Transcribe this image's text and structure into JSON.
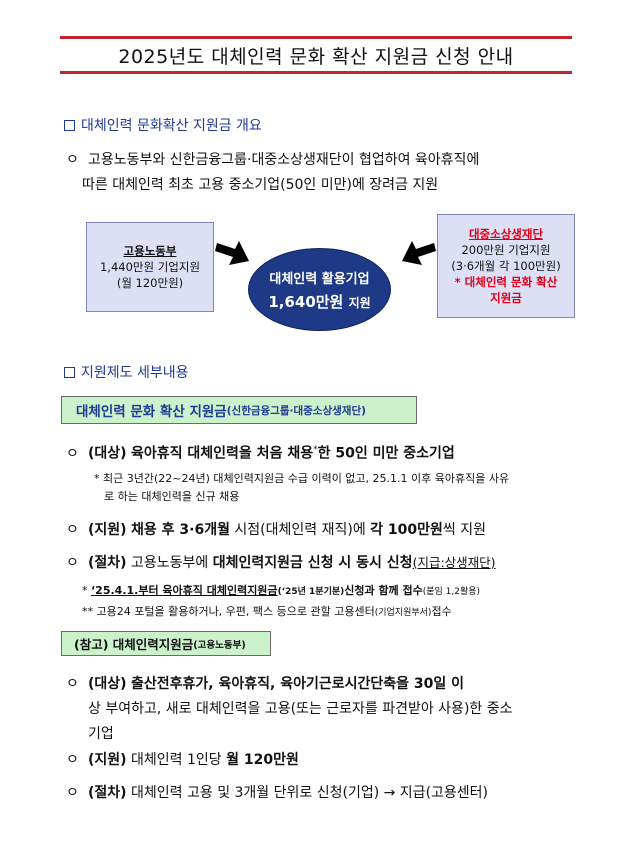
{
  "title": "2025년도 대체인력 문화 확산 지원금 신청 안내",
  "section1": {
    "heading": "대체인력 문화확산 지원금 개요",
    "bullet": "ㅇ",
    "line1": "고용노동부와 신한금융그룹·대중소상생재단이 협업하여 육아휴직에",
    "line2": "따른 대체인력 최초 고용 중소기업(50인 미만)에 장려금 지원"
  },
  "diagram": {
    "left": {
      "title": "고용노동부",
      "line1": "1,440만원 기업지원",
      "line2": "(월 120만원)"
    },
    "center": {
      "line1": "대체인력 활용기업",
      "amount": "1,640만원",
      "suffix": "지원"
    },
    "right": {
      "title": "대중소상생재단",
      "line1": "200만원 기업지원",
      "line2": "(3·6개월 각 100만원)",
      "line3": "* 대체인력 문화 확산",
      "line4": "지원금"
    }
  },
  "section2": {
    "heading": "지원제도 세부내용",
    "highlight_main": "대체인력 문화 확산 지원금",
    "highlight_sub": "(신한금융그룹·대중소상생재단)",
    "item1": {
      "label": "(대상)",
      "text_a": "육아휴직 대체인력을 처음 채용",
      "sup": "*",
      "text_b": "한 50인 미만 중소기업"
    },
    "note1": {
      "line1": "* 최근 3년간(22~24년) 대체인력지원금 수급 이력이 없고, 25.1.1 이후 육아휴직을 사유",
      "line2": "로 하는 대체인력을 신규 채용"
    },
    "item2": {
      "label": "(지원)",
      "text_a": "채용 후 3·6개월",
      "text_b": " 시점(대체인력 재직)에 ",
      "text_c": "각 100만원",
      "text_d": "씩 지원"
    },
    "item3": {
      "label": "(절차)",
      "text_a": " 고용노동부에 ",
      "text_b": "대체인력지원금 신청 시 동시 신청",
      "text_c": "(지급:상생재단)"
    },
    "note2": {
      "star": "* ",
      "text_a": "‘25.4.1.부터 육아휴직 대체인력지원금",
      "sm": "(‘25년 1분기분)",
      "text_b": "신청과 함께 접수",
      "sm2": "(붙임 1,2활용)"
    },
    "note3": {
      "text": "** 고용24 포털을 활용하거나, 우편, 팩스 등으로 관할 고용센터",
      "sm": "(기업지원부서)",
      "text_b": "접수"
    }
  },
  "reference": {
    "label_main": "(참고) 대체인력지원금",
    "label_sub": "(고용노동부)",
    "item1": {
      "label": "(대상)",
      "line1": "출산전후휴가, 육아휴직, 육아기근로시간단축을 30일 이",
      "line2": "상 부여하고, 새로 대체인력을 고용(또는 근로자를 파견받아 사용)한 중소",
      "line3": "기업"
    },
    "item2": {
      "label": "(지원)",
      "text_a": " 대체인력 1인당 ",
      "text_b": "월 120만원"
    },
    "item3": {
      "label": "(절차)",
      "text": " 대체인력 고용 및 3개월 단위로 신청(기업) → 지급(고용센터)"
    }
  }
}
